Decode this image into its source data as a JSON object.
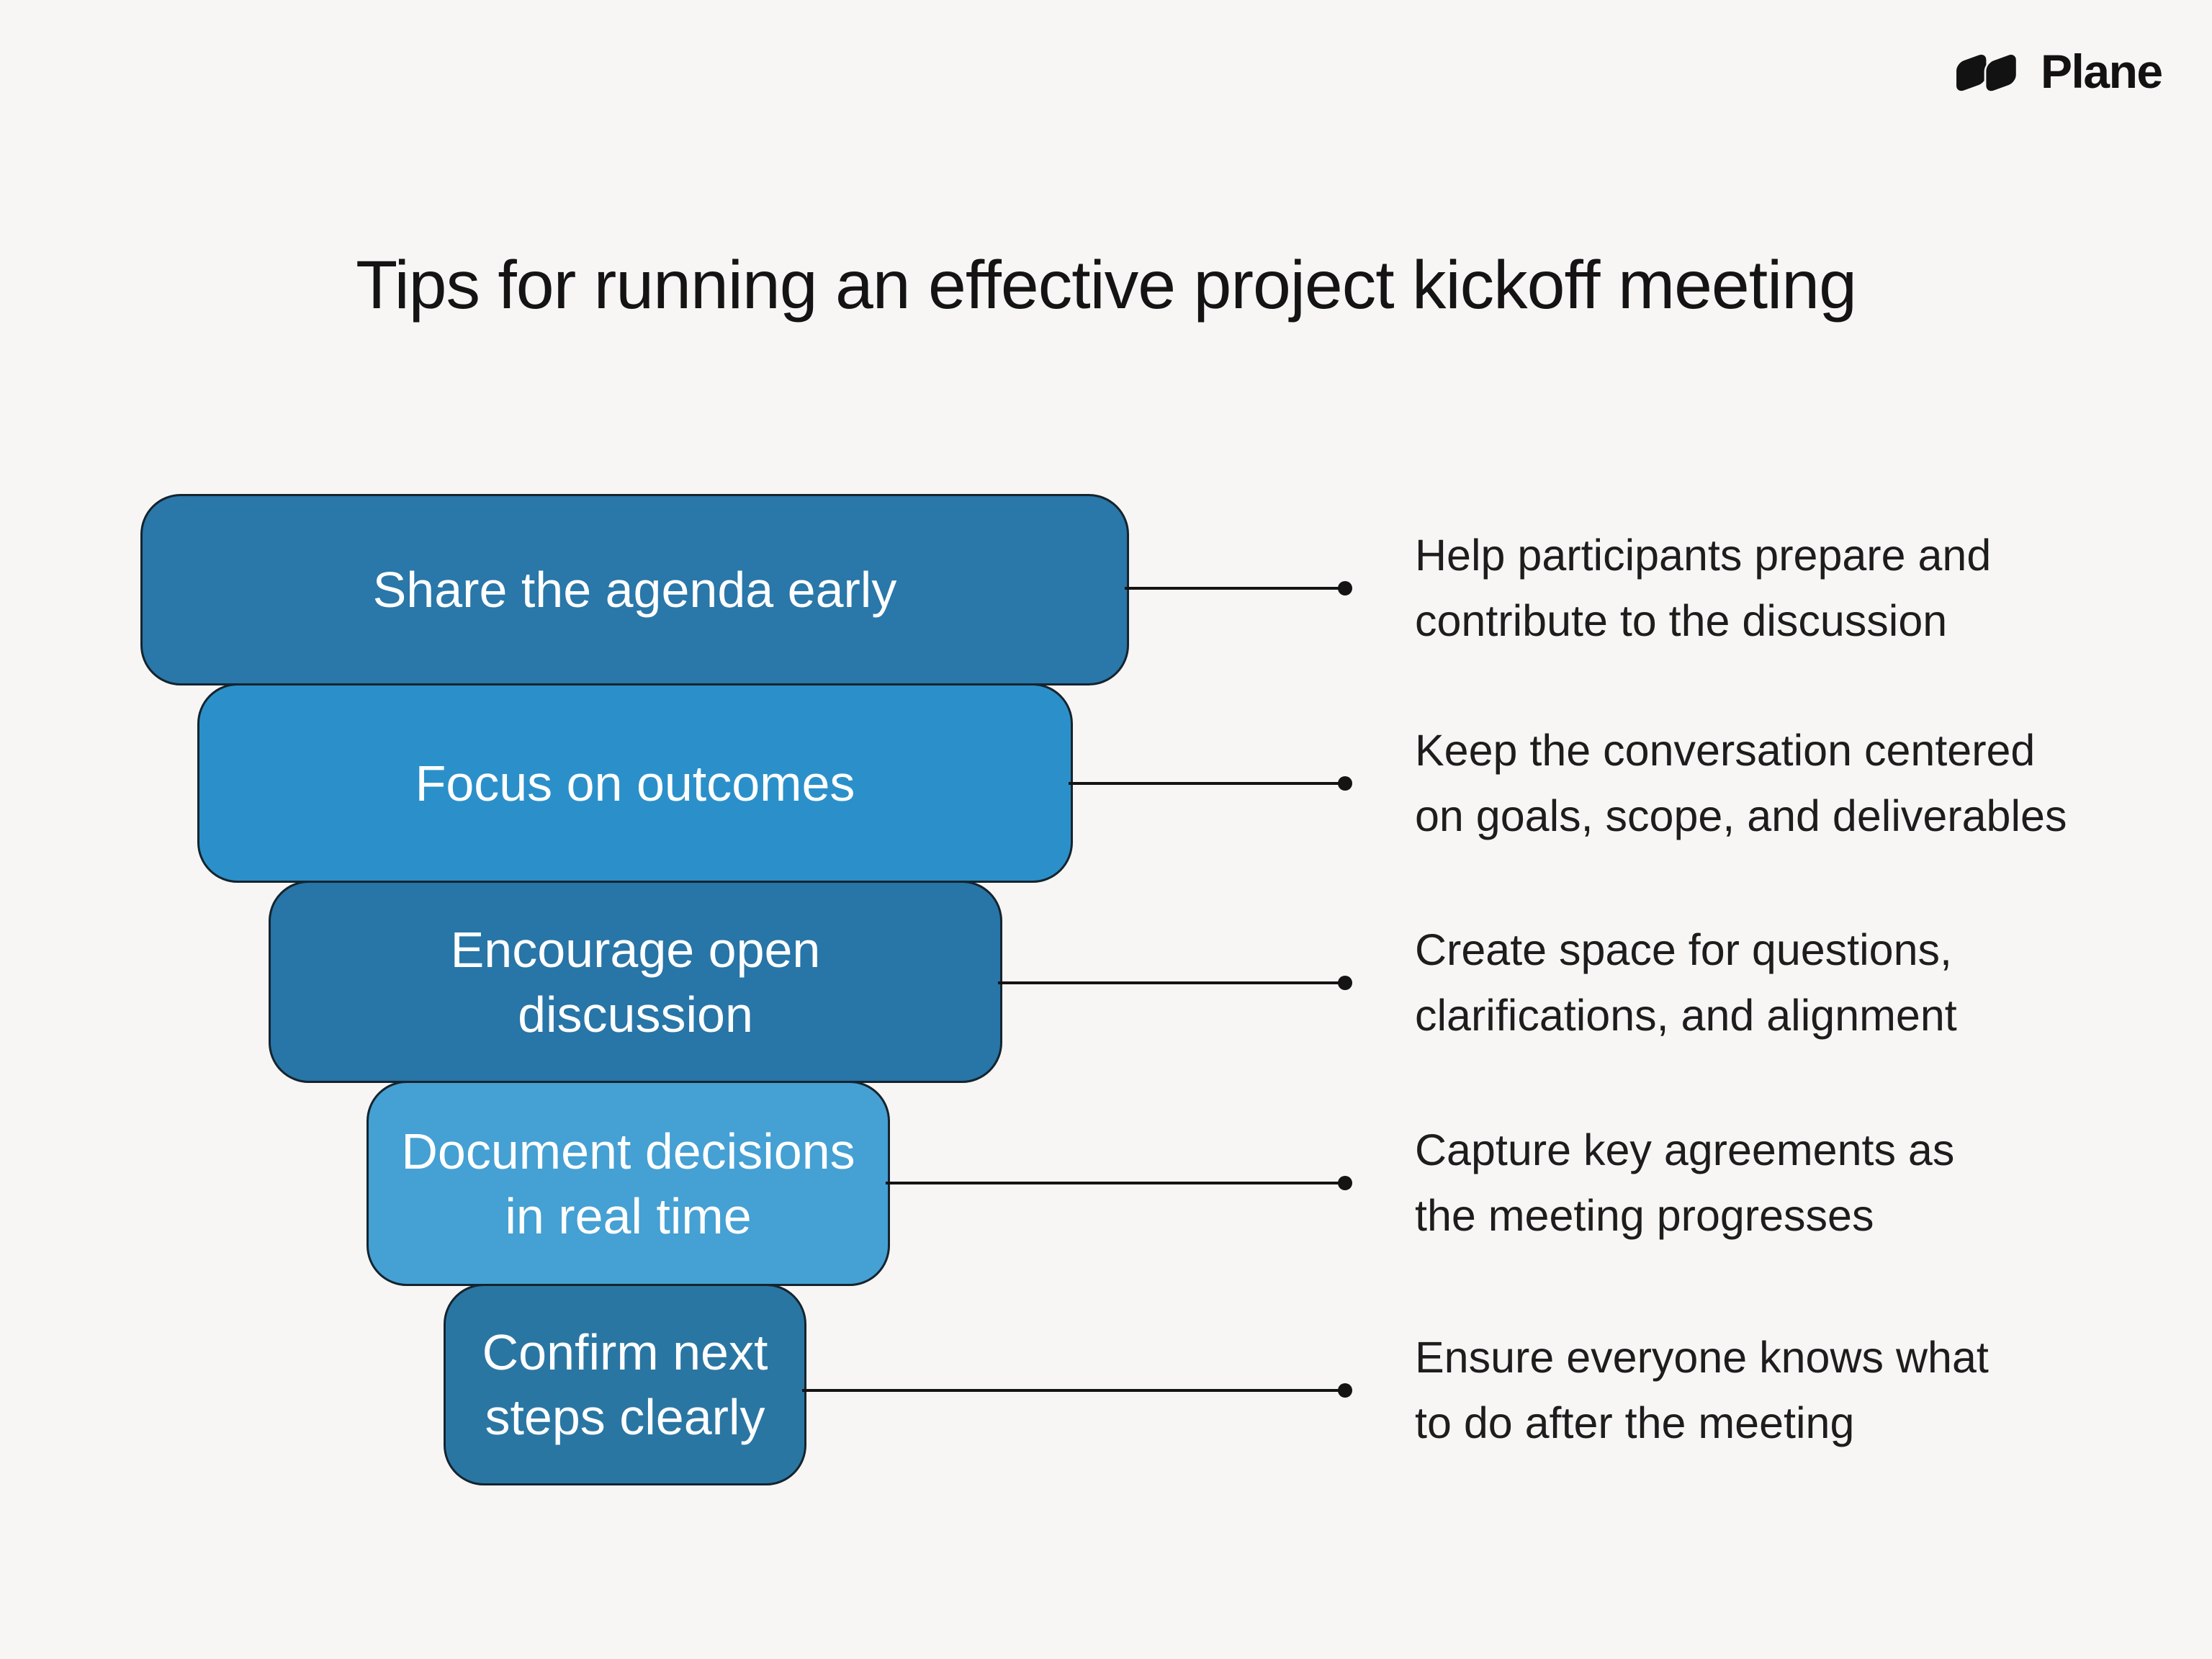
{
  "background": "#f7f6f4",
  "colors": {
    "ink": "#141414",
    "box_outline": "#15242e",
    "box_text": "#ffffff"
  },
  "brand": {
    "name": "Plane",
    "logo_icon": "plane-logomark",
    "color": "#121212"
  },
  "title": {
    "text": "Tips for running an effective project kickoff meeting"
  },
  "funnel": {
    "steps": [
      {
        "label": "Share the agenda early",
        "label_lines": [
          "Share the agenda early"
        ],
        "color": "#2a77a9",
        "description": "Help participants prepare and contribute to the discussion",
        "description_lines": [
          "Help participants prepare and",
          "contribute to the discussion"
        ]
      },
      {
        "label": "Focus on outcomes",
        "label_lines": [
          "Focus on outcomes"
        ],
        "color": "#2b90c9",
        "description": "Keep the conversation centered on goals, scope, and deliverables",
        "description_lines": [
          "Keep the conversation centered",
          "on goals, scope, and deliverables"
        ]
      },
      {
        "label": "Encourage open discussion",
        "label_lines": [
          "Encourage open",
          "discussion"
        ],
        "color": "#2875a7",
        "description": "Create space for questions, clarifications, and alignment",
        "description_lines": [
          "Create space for questions,",
          "clarifications, and alignment"
        ]
      },
      {
        "label": "Document decisions in real time",
        "label_lines": [
          "Document decisions",
          "in real time"
        ],
        "color": "#45a0d3",
        "description": "Capture key agreements as the meeting progresses",
        "description_lines": [
          "Capture key agreements as",
          "the meeting progresses"
        ]
      },
      {
        "label": "Confirm next steps clearly",
        "label_lines": [
          "Confirm next",
          "steps clearly"
        ],
        "color": "#2a76a3",
        "description": "Ensure everyone knows what to do after the meeting",
        "description_lines": [
          "Ensure everyone knows what",
          "to do after the meeting"
        ]
      }
    ]
  }
}
